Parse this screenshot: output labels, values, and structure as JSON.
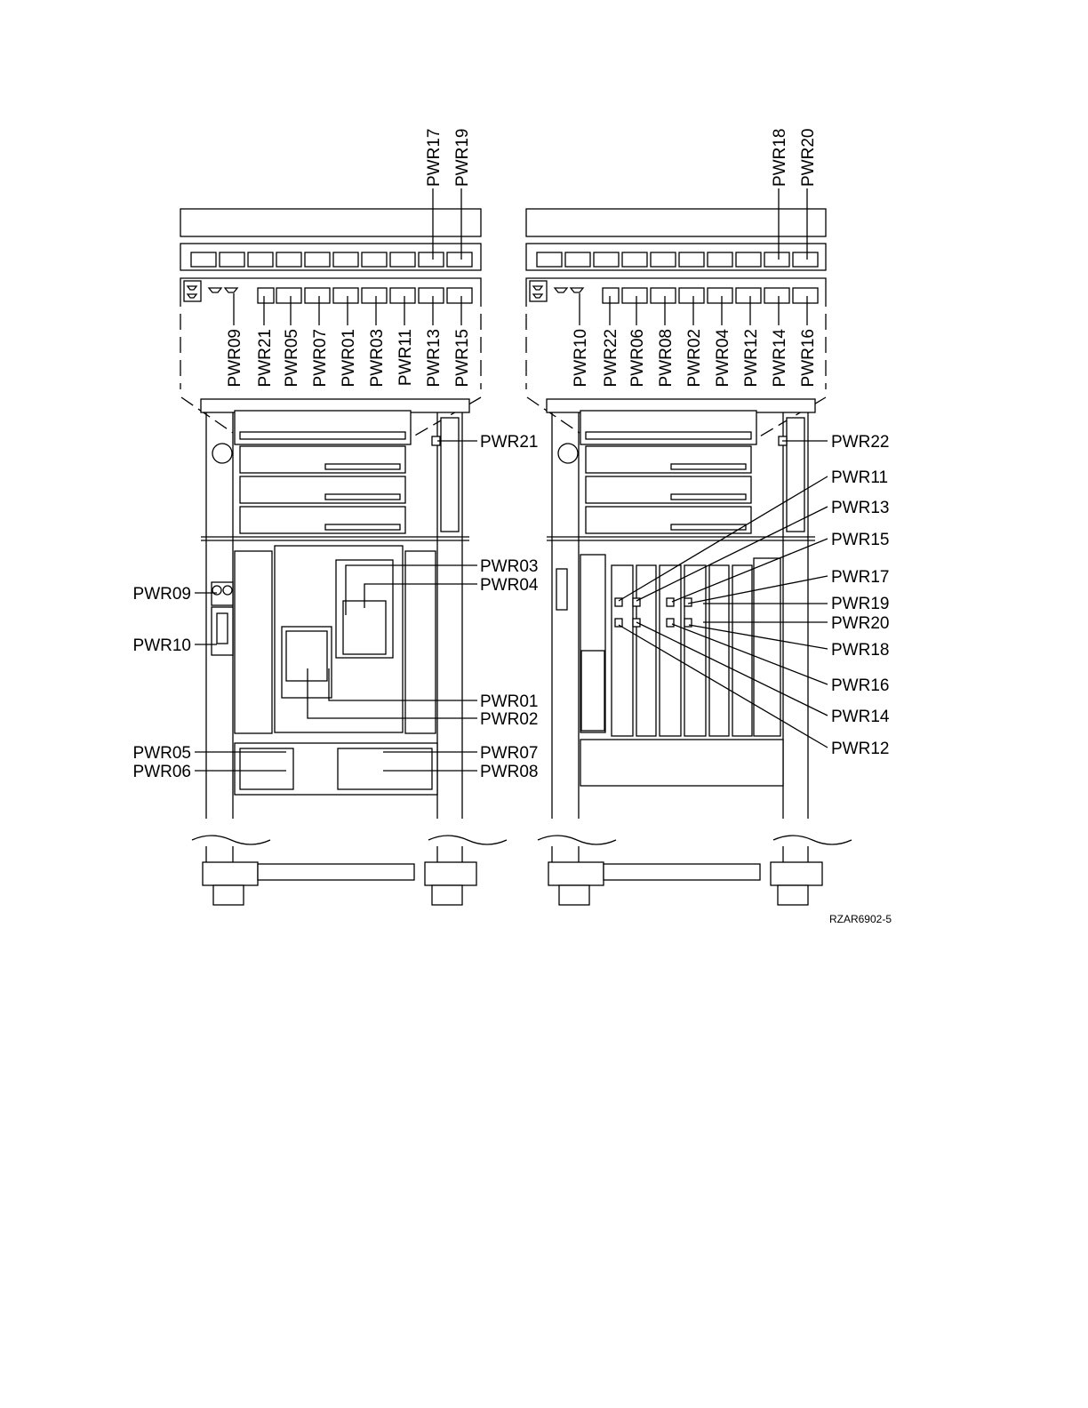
{
  "figure_id": "RZAR6902-5",
  "labels": {
    "pwr01": "PWR01",
    "pwr02": "PWR02",
    "pwr03": "PWR03",
    "pwr04": "PWR04",
    "pwr05": "PWR05",
    "pwr06": "PWR06",
    "pwr07": "PWR07",
    "pwr08": "PWR08",
    "pwr09": "PWR09",
    "pwr10": "PWR10",
    "pwr11": "PWR11",
    "pwr12": "PWR12",
    "pwr13": "PWR13",
    "pwr14": "PWR14",
    "pwr15": "PWR15",
    "pwr16": "PWR16",
    "pwr17": "PWR17",
    "pwr18": "PWR18",
    "pwr19": "PWR19",
    "pwr20": "PWR20",
    "pwr21": "PWR21",
    "pwr22": "PWR22"
  }
}
